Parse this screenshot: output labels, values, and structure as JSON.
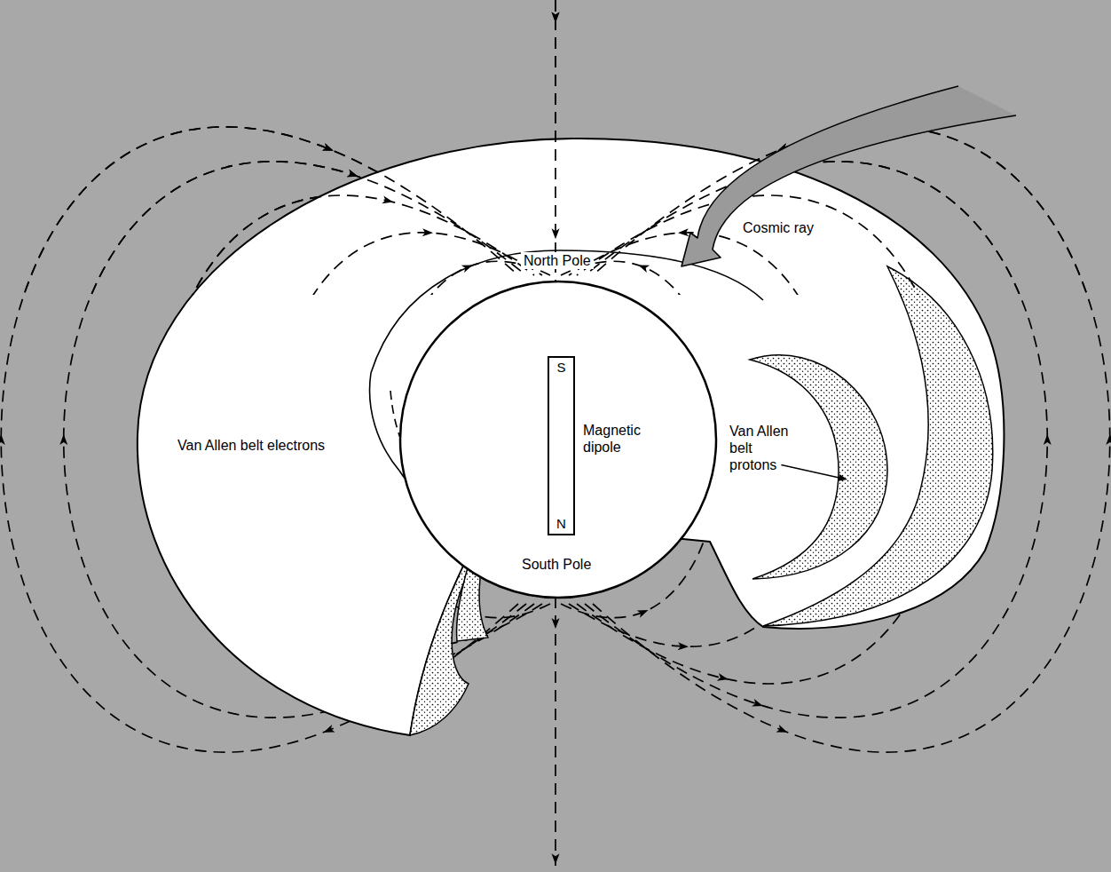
{
  "diagram": {
    "nodes": [
      {
        "text": [
          "Van Allen belt electrons"
        ]
      },
      {
        "text": [
          "Magnetic dipole"
        ]
      },
      {
        "text": [
          "S",
          "N"
        ],
        "in": 1
      }
    ],
    "labels": [
      "North Pole",
      "South Pole",
      "Van Allen belt protons",
      "Cosmic ray"
    ]
  }
}
